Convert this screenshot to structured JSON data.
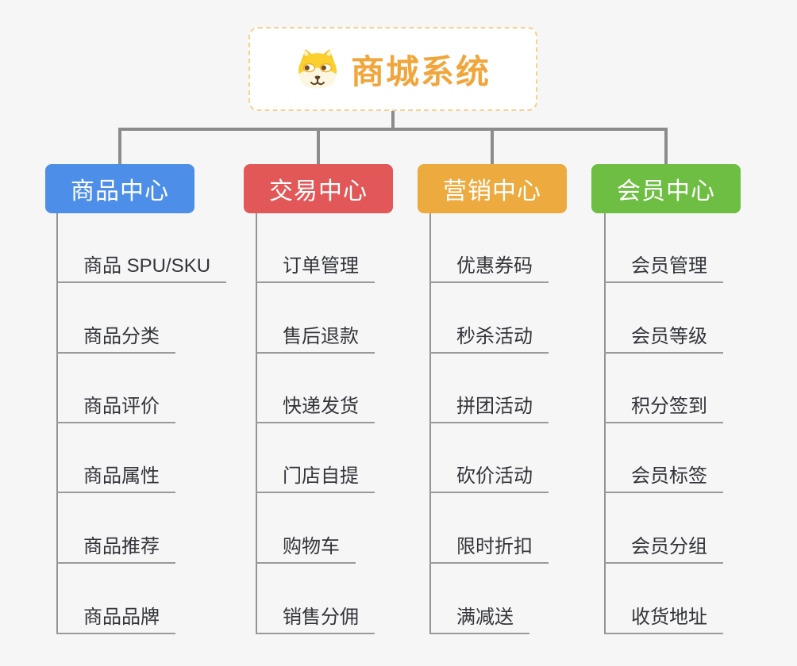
{
  "canvas": {
    "background": "#f6f6f6",
    "connector_color": "#8c8c8c"
  },
  "root": {
    "title": "商城系统",
    "title_color": "#f0a63c",
    "border_color": "#f3d194",
    "icon": "dog-face-icon"
  },
  "branches": [
    {
      "label": "商品中心",
      "color": "#4d8fe8",
      "items": [
        "商品 SPU/SKU",
        "商品分类",
        "商品评价",
        "商品属性",
        "商品推荐",
        "商品品牌"
      ]
    },
    {
      "label": "交易中心",
      "color": "#e25757",
      "items": [
        "订单管理",
        "售后退款",
        "快递发货",
        "门店自提",
        "购物车",
        "销售分佣"
      ]
    },
    {
      "label": "营销中心",
      "color": "#ecaa3f",
      "items": [
        "优惠券码",
        "秒杀活动",
        "拼团活动",
        "砍价活动",
        "限时折扣",
        "满减送"
      ]
    },
    {
      "label": "会员中心",
      "color": "#6fbe44",
      "items": [
        "会员管理",
        "会员等级",
        "积分签到",
        "会员标签",
        "会员分组",
        "收货地址"
      ]
    }
  ]
}
